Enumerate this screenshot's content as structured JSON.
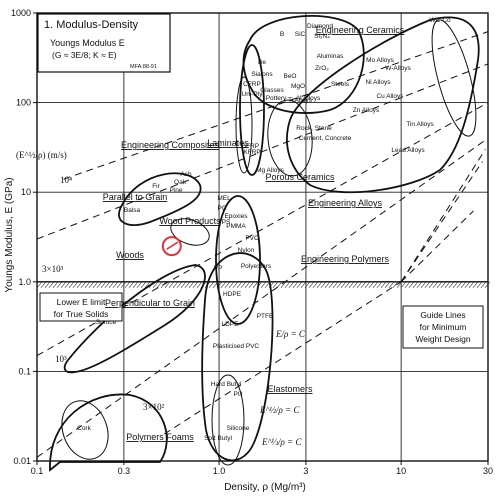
{
  "chart_data": {
    "type": "scatter",
    "title": "1. Modulus-Density",
    "subtitle_line1": "Youngs Modulus E",
    "subtitle_line2": "(G ≈ 3E/8; K ≈ E)",
    "source_tag": "MFA:88-91",
    "xlabel": "Density, ρ (Mg/m³)",
    "ylabel": "Youngs Modulus, E (GPa)",
    "x_scale": "log",
    "y_scale": "log",
    "xlim": [
      0.1,
      30
    ],
    "ylim": [
      0.01,
      1000
    ],
    "grid": true,
    "x_ticks": [
      {
        "v": 0.1,
        "t": "0.1"
      },
      {
        "v": 0.3,
        "t": "0.3"
      },
      {
        "v": 1,
        "t": "1.0"
      },
      {
        "v": 3,
        "t": "3"
      },
      {
        "v": 10,
        "t": "10"
      },
      {
        "v": 30,
        "t": "30"
      }
    ],
    "y_ticks": [
      {
        "v": 1000,
        "t": "1000"
      },
      {
        "v": 100,
        "t": "100"
      },
      {
        "v": 10,
        "t": "10"
      },
      {
        "v": 1,
        "t": "1.0"
      },
      {
        "v": 0.1,
        "t": "0.1"
      },
      {
        "v": 0.01,
        "t": "0.01"
      }
    ],
    "guide_lines": [
      {
        "label": "10⁴",
        "note": "(E^½/ρ) (m/s)"
      },
      {
        "label": "3×10³"
      },
      {
        "label": "10³"
      },
      {
        "label": "3×10²"
      }
    ],
    "guide_line_formulas": [
      "E/ρ = C",
      "E^½/ρ = C",
      "E^⅓/ρ = C"
    ],
    "lower_limit": {
      "v": 1,
      "label_line1": "Lower E limit",
      "label_line2": "for True Solids"
    },
    "guide_box": {
      "line1": "Guide Lines",
      "line2": "for Minimum",
      "line3": "Weight Design"
    },
    "highlight_marker": {
      "x": 0.55,
      "y": 2.5,
      "color": "#e0323c"
    },
    "families": [
      {
        "name": "Engineering Ceramics",
        "underline": true
      },
      {
        "name": "Engineering Composites",
        "underline": true
      },
      {
        "name": "Porous Ceramics",
        "underline": true
      },
      {
        "name": "Engineering Alloys",
        "underline": true
      },
      {
        "name": "Engineering Polymers",
        "underline": true
      },
      {
        "name": "Woods",
        "underline": true
      },
      {
        "name": "Parallel to Grain",
        "underline": true
      },
      {
        "name": "Perpendicular to Grain",
        "underline": true
      },
      {
        "name": "Wood Products",
        "underline": true
      },
      {
        "name": "Elastomers",
        "underline": true
      },
      {
        "name": "Polymers Foams",
        "underline": true
      },
      {
        "name": "Laminates",
        "underline": true
      }
    ],
    "materials": [
      "Diamond",
      "B",
      "SiC",
      "Si₃N₄",
      "Aluminas",
      "ZrO₂",
      "Be",
      "Sialons",
      "BeO",
      "MgO",
      "Glasses",
      "Pottery",
      "Ti Alloys",
      "Steels",
      "W-Alloys",
      "WC-Co",
      "Mo Alloys",
      "Ni Alloys",
      "Cu Alloys",
      "Zn Alloys",
      "Tin Alloys",
      "Lead Alloys",
      "Al Alloys",
      "Mg Alloys",
      "Rock, Stone",
      "Cement, Concrete",
      "CFRP",
      "Uni-Ply",
      "KFRP",
      "GFRP",
      "Ash",
      "Oak",
      "Pine",
      "Fir",
      "Balsa",
      "Spruce",
      "Cork",
      "MEL",
      "PC",
      "Epoxies",
      "PMMA",
      "PVC",
      "Nylon",
      "PS",
      "PP",
      "Polyesters",
      "HDPE",
      "LDPE",
      "PTFE",
      "Plasticised PVC",
      "Hard Butyl",
      "PU",
      "Silicone",
      "Soft Butyl"
    ]
  }
}
